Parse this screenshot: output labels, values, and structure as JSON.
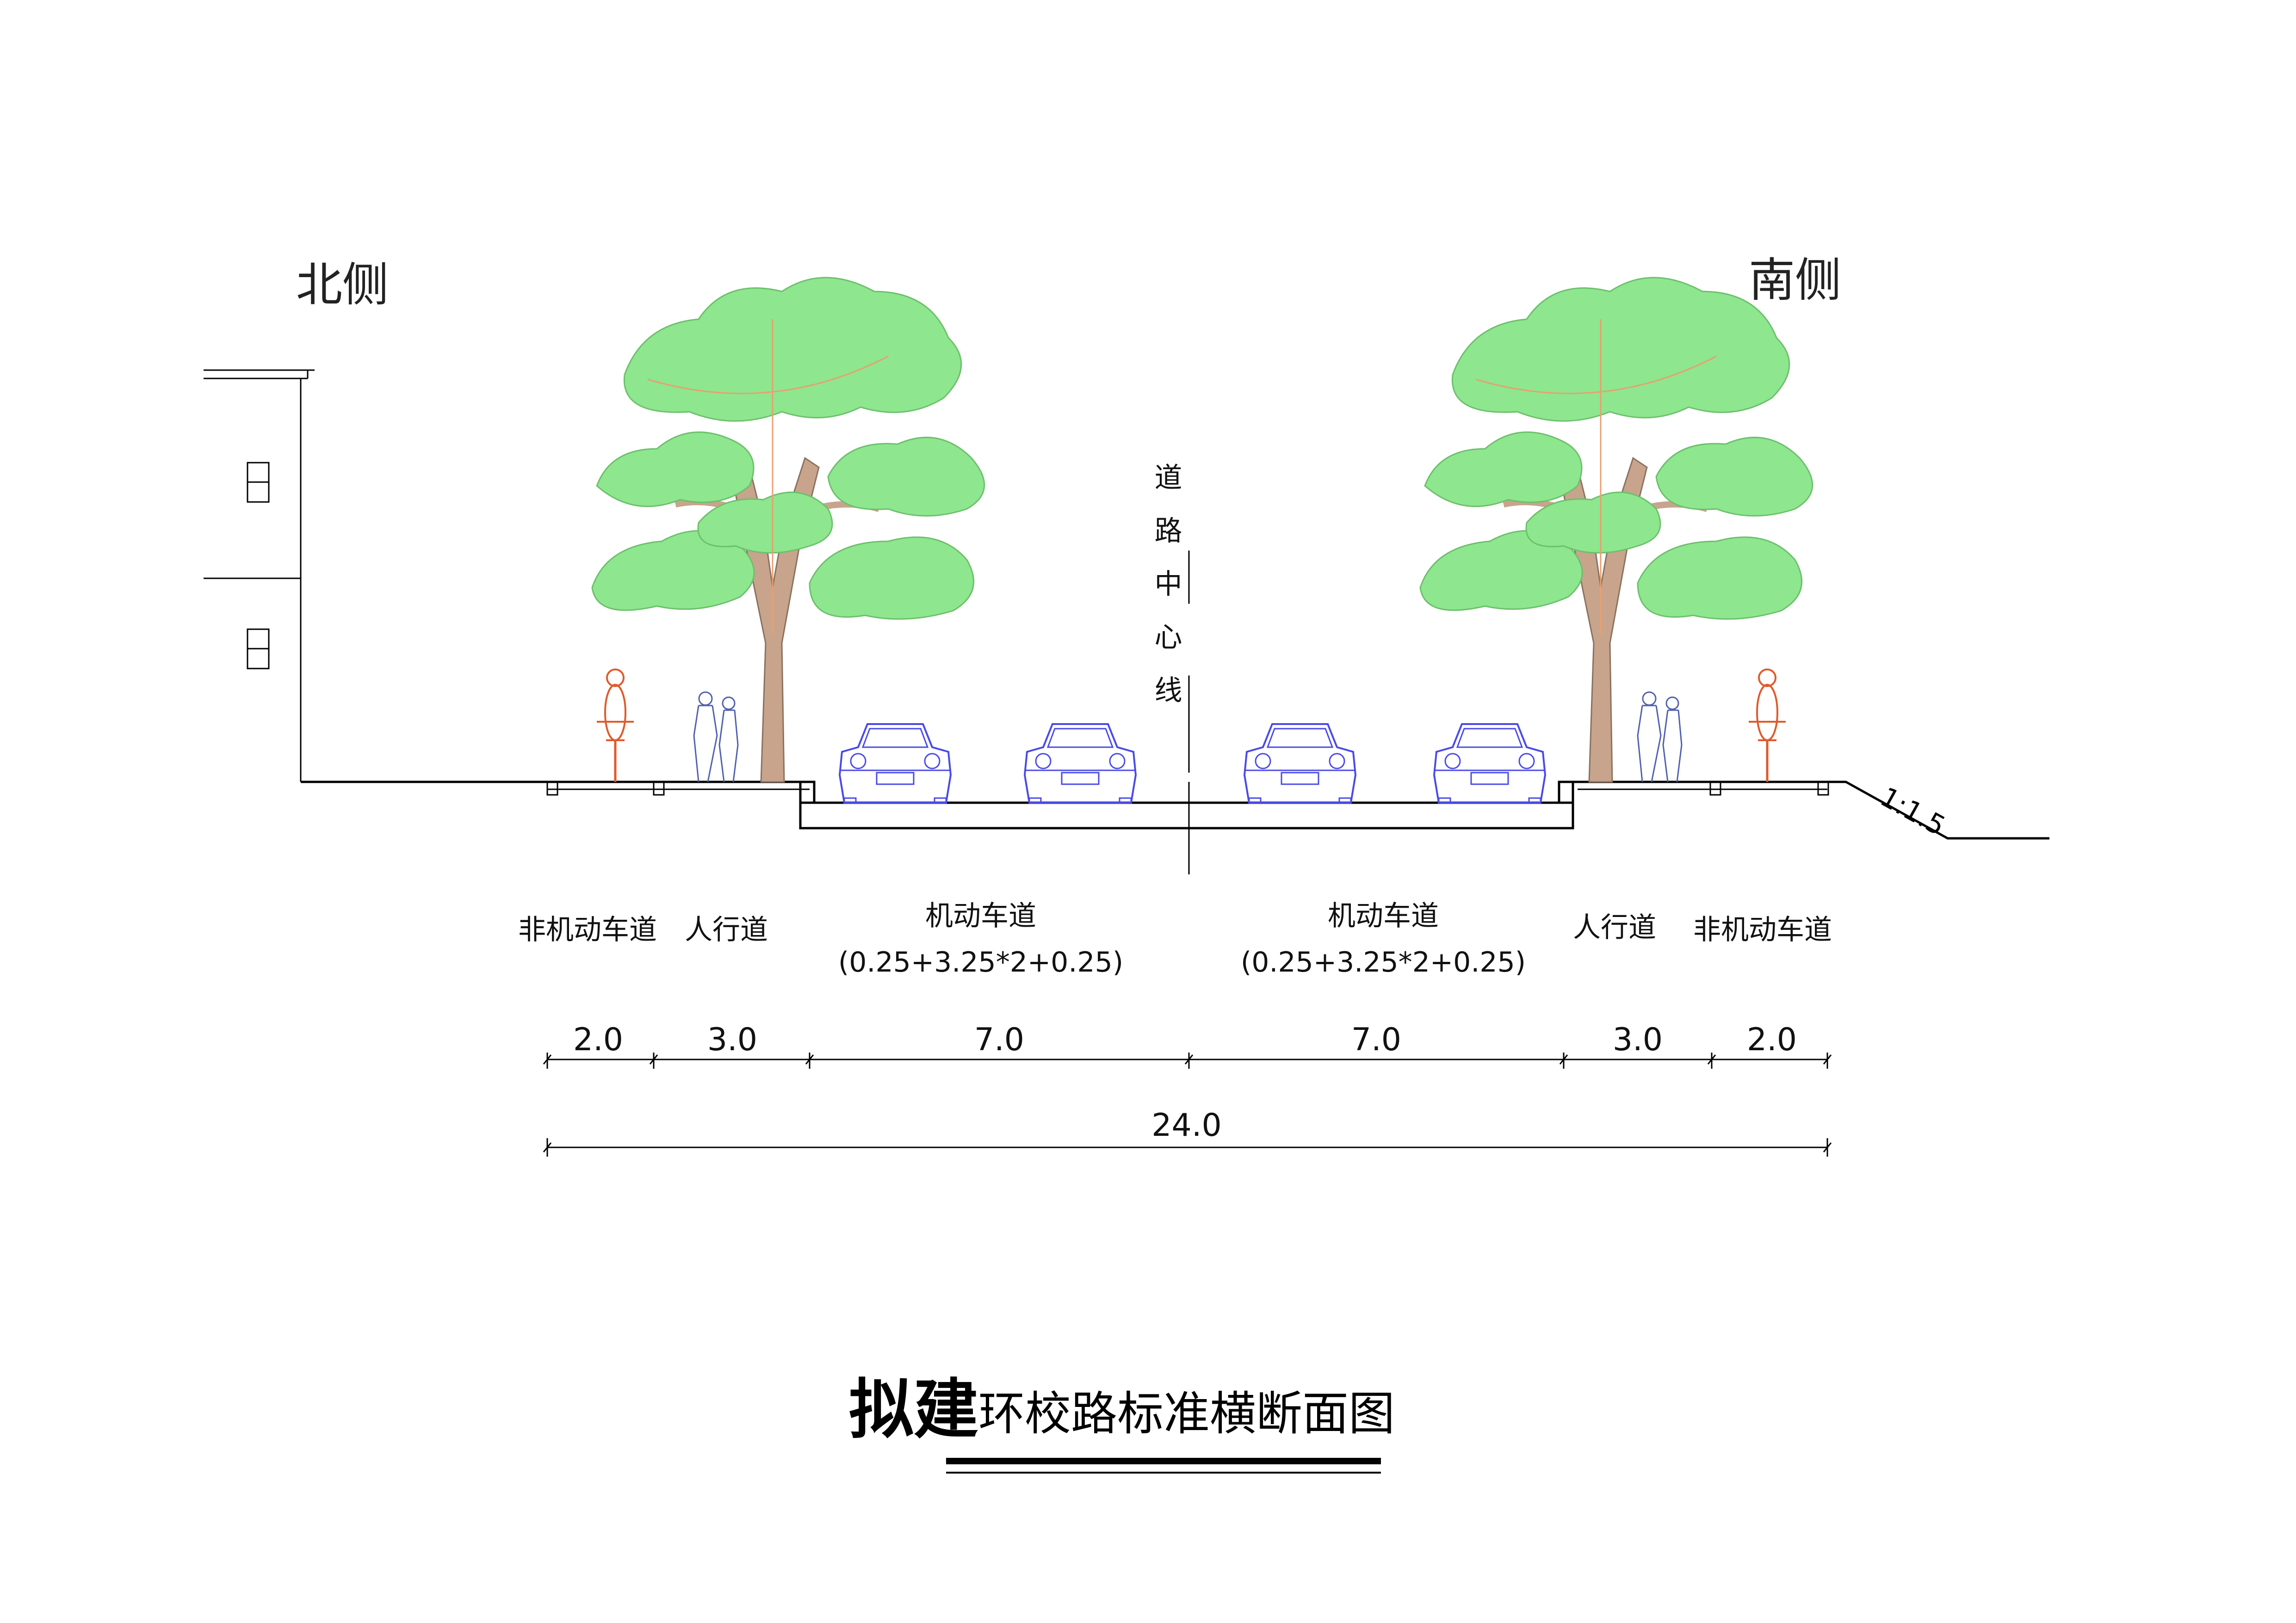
{
  "sides": {
    "north": "北侧",
    "south": "南侧"
  },
  "centerline_label": "道路中心线",
  "slope": "1:1.5",
  "lanes": [
    {
      "name": "非机动车道",
      "width": "2.0"
    },
    {
      "name": "人行道",
      "width": "3.0"
    },
    {
      "name": "机动车道",
      "detail": "(0.25+3.25*2+0.25)",
      "width": "7.0"
    },
    {
      "name": "机动车道",
      "detail": "(0.25+3.25*2+0.25)",
      "width": "7.0"
    },
    {
      "name": "人行道",
      "width": "3.0"
    },
    {
      "name": "非机动车道",
      "width": "2.0"
    }
  ],
  "total_width": "24.0",
  "title": {
    "prefix": "拟建",
    "main": "环校路标准横断面图"
  },
  "colors": {
    "tree_foliage": "#8ee68e",
    "tree_trunk": "#c8a48c",
    "car": "#4a4ae8",
    "cyclist": "#e05a2a",
    "pedestrian": "#5060b0",
    "line": "#000000"
  }
}
